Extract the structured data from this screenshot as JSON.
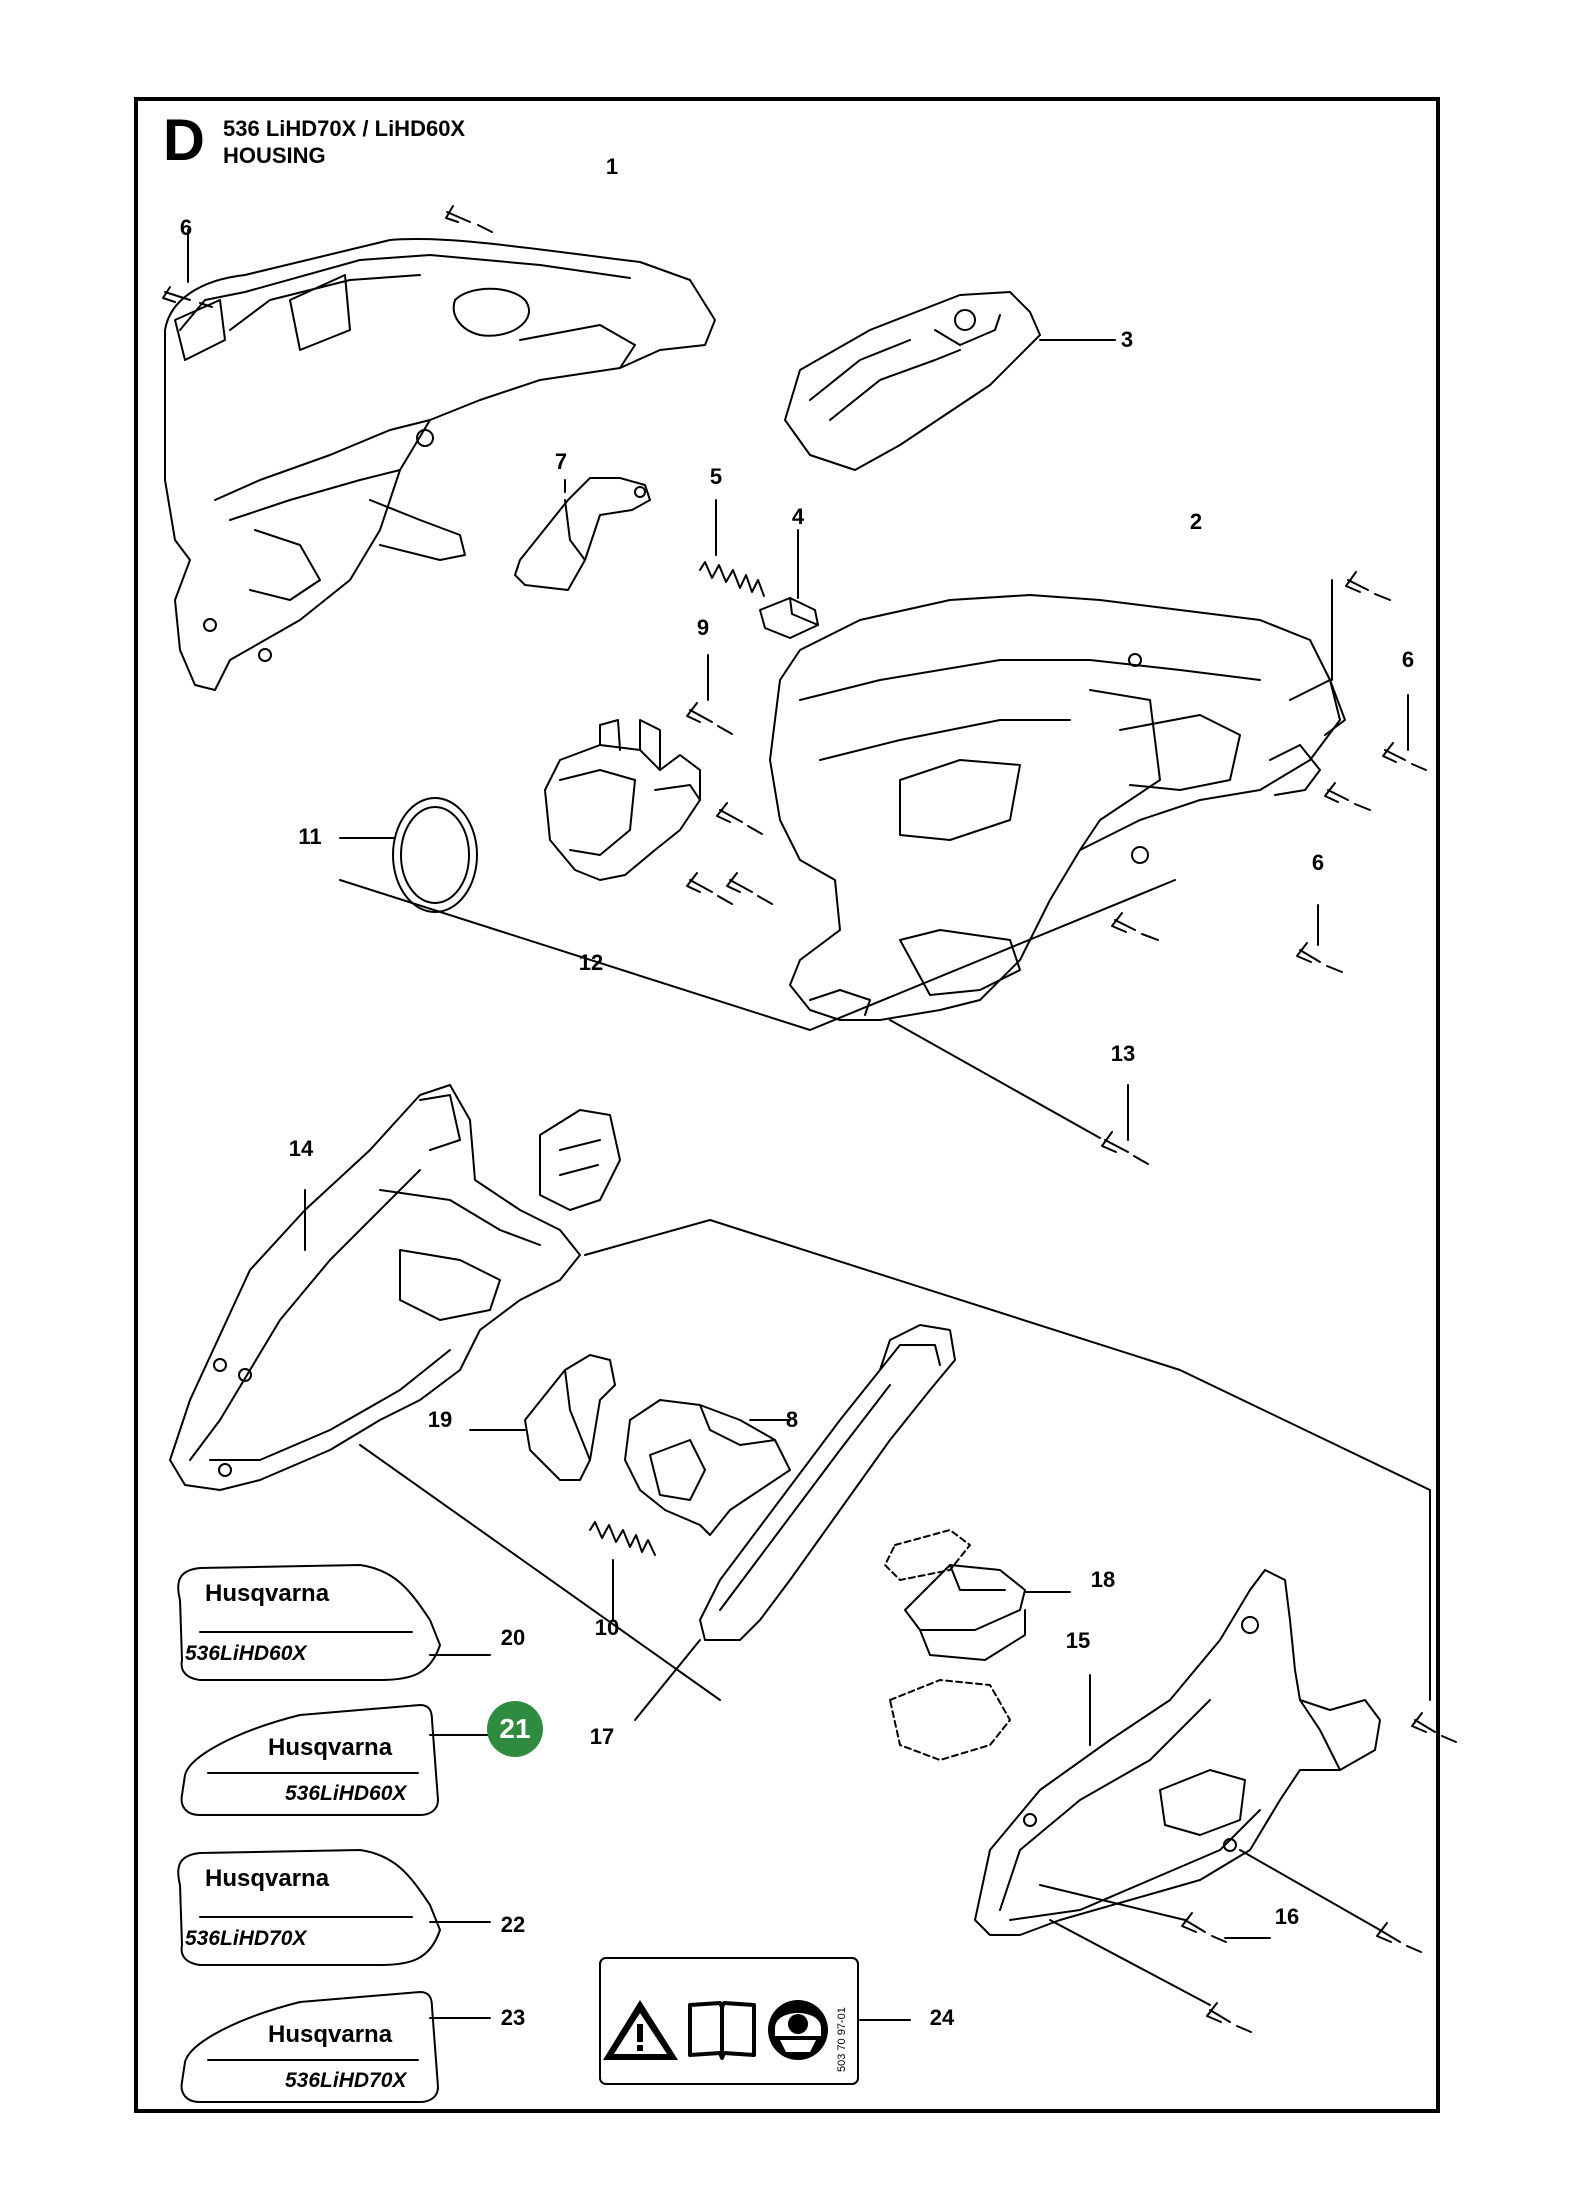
{
  "header": {
    "section_letter": "D",
    "model": "536 LiHD70X / LiHD60X",
    "section": "HOUSING"
  },
  "highlight_color": "#2e8b3f",
  "callouts": [
    {
      "id": "c1",
      "label": "1"
    },
    {
      "id": "c2",
      "label": "2"
    },
    {
      "id": "c3",
      "label": "3"
    },
    {
      "id": "c4",
      "label": "4"
    },
    {
      "id": "c5",
      "label": "5"
    },
    {
      "id": "c6a",
      "label": "6"
    },
    {
      "id": "c6b",
      "label": "6"
    },
    {
      "id": "c6c",
      "label": "6"
    },
    {
      "id": "c7",
      "label": "7"
    },
    {
      "id": "c8",
      "label": "8"
    },
    {
      "id": "c9",
      "label": "9"
    },
    {
      "id": "c10",
      "label": "10"
    },
    {
      "id": "c11",
      "label": "11"
    },
    {
      "id": "c12",
      "label": "12"
    },
    {
      "id": "c13",
      "label": "13"
    },
    {
      "id": "c14",
      "label": "14"
    },
    {
      "id": "c15",
      "label": "15"
    },
    {
      "id": "c16",
      "label": "16"
    },
    {
      "id": "c17",
      "label": "17"
    },
    {
      "id": "c18",
      "label": "18"
    },
    {
      "id": "c19",
      "label": "19"
    },
    {
      "id": "c20",
      "label": "20"
    },
    {
      "id": "c21",
      "label": "21",
      "highlighted": true
    },
    {
      "id": "c22",
      "label": "22"
    },
    {
      "id": "c23",
      "label": "23"
    },
    {
      "id": "c24",
      "label": "24"
    }
  ],
  "decals": [
    {
      "brand": "Husqvarna",
      "model": "536LiHD60X"
    },
    {
      "brand": "Husqvarna",
      "model": "536LiHD60X"
    },
    {
      "brand": "Husqvarna",
      "model": "536LiHD70X"
    },
    {
      "brand": "Husqvarna",
      "model": "536LiHD70X"
    }
  ],
  "warning_label": {
    "icons": [
      "warning-triangle-icon",
      "manual-book-icon",
      "protective-gear-icon"
    ],
    "part_code": "503 70 97-01"
  }
}
